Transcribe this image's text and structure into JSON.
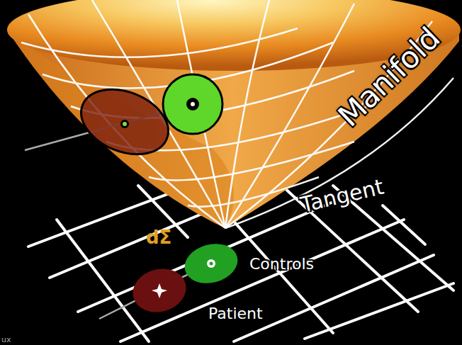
{
  "diagram": {
    "labels": [
      "Manifold",
      "Tangent",
      "dΣ",
      "Controls",
      "Patient",
      "ux"
    ]
  }
}
